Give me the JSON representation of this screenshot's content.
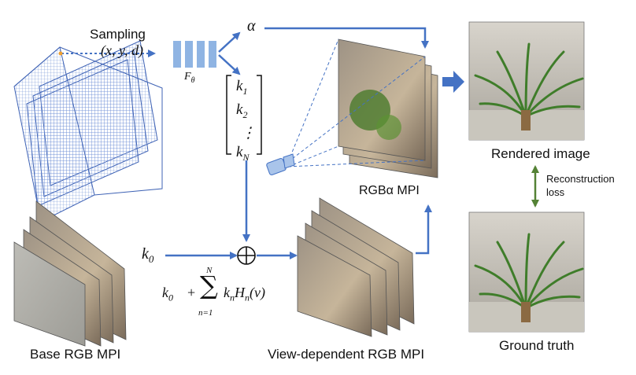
{
  "labels": {
    "sampling": "Sampling",
    "sample_coords": "(x, y, d)",
    "network": "F",
    "network_sub": "θ",
    "alpha": "α",
    "coeffs": [
      "k",
      "k",
      "⋮",
      "k"
    ],
    "coeff_subs": [
      "1",
      "2",
      "",
      "N"
    ],
    "k0": "k",
    "k0_sub": "0",
    "plus": "⊕",
    "formula_lead": "k",
    "formula_lead_sub": "0",
    "formula_plus": "+",
    "sum_upper": "N",
    "sum_symbol": "∑",
    "sum_lower": "n=1",
    "formula_term": "k",
    "formula_term_sub": "n",
    "formula_basis": "H",
    "formula_basis_sub": "n",
    "formula_arg": "(v)",
    "rgba_mpi": "RGBα  MPI",
    "rendered_image": "Rendered image",
    "reconstruction": "Reconstruction",
    "loss": "loss",
    "ground_truth": "Ground truth",
    "base_mpi": "Base RGB MPI",
    "view_mpi": "View-dependent RGB MPI"
  },
  "colors": {
    "arrow": "#4472c4",
    "loss_arrow": "#548235",
    "network_bar": "#8fb4e3",
    "grid_line": "#3f63b5",
    "camera": "#a9c4ea"
  },
  "icons": [
    "camera-icon",
    "plus-circle-icon"
  ]
}
